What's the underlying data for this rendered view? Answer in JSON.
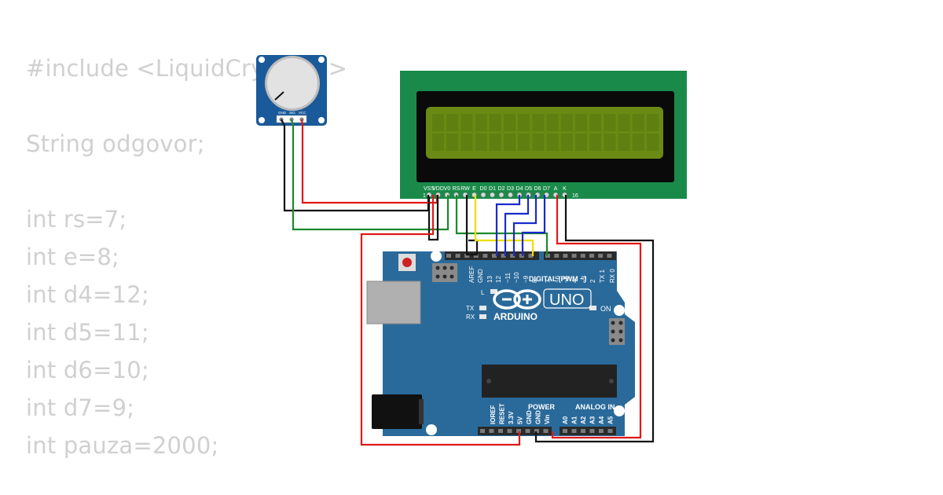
{
  "code": {
    "lines": [
      "#include <LiquidCrystal.h>",
      "String odgovor;",
      "int rs=7;",
      "int e=8;",
      "int d4=12;",
      "int d5=11;",
      "int d6=10;",
      "int d7=9;",
      "int pauza=2000;"
    ]
  },
  "lcd": {
    "pin_labels": [
      "VSS",
      "VDD",
      "V0",
      "RS",
      "RW",
      "E",
      "D0",
      "D1",
      "D2",
      "D3",
      "D4",
      "D5",
      "D6",
      "D7",
      "A",
      "K"
    ],
    "pin_first": "1",
    "pin_last": "16",
    "colors": {
      "board": "#1a8a4a",
      "bezel": "#0a0a0a",
      "screen": "#6a8a14"
    }
  },
  "potentiometer": {
    "pin_labels": [
      "GND",
      "SIG",
      "VCC"
    ],
    "colors": {
      "board": "#1a5a9a",
      "knob": "#e0e0e0"
    }
  },
  "arduino": {
    "brand": "ARDUINO",
    "model": "UNO",
    "digital_header_label": "DIGITAL (PWM ~)",
    "digital_pins": [
      "AREF",
      "GND",
      "13",
      "12",
      "~11",
      "~10",
      "~9",
      "8",
      "7",
      "~6",
      "~5",
      "4",
      "~3",
      "2",
      "TX 1",
      "RX 0"
    ],
    "power_header_label": "POWER",
    "power_pins": [
      "IOREF",
      "RESET",
      "3.3V",
      "5V",
      "GND",
      "GND",
      "Vin"
    ],
    "analog_header_label": "ANALOG IN",
    "analog_pins": [
      "A0",
      "A1",
      "A2",
      "A3",
      "A4",
      "A5"
    ],
    "leds": {
      "l": "L",
      "tx": "TX",
      "rx": "RX",
      "on": "ON"
    },
    "colors": {
      "board": "#2a6a9a",
      "header": "#2a2a2a",
      "chip": "#222222",
      "reset_button": "#cc2222"
    }
  },
  "wires": {
    "colors": {
      "red": "#e01818",
      "black": "#111111",
      "green": "#1a8a2a",
      "blue": "#1a2acc",
      "yellow": "#eedd00"
    }
  }
}
